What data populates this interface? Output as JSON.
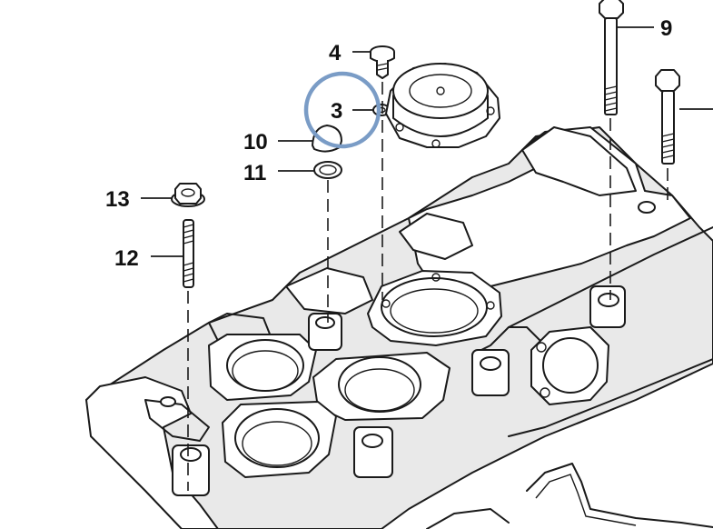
{
  "callouts": [
    {
      "id": "4",
      "label": "4"
    },
    {
      "id": "3",
      "label": "3"
    },
    {
      "id": "10",
      "label": "10"
    },
    {
      "id": "11",
      "label": "11"
    },
    {
      "id": "13",
      "label": "13"
    },
    {
      "id": "12",
      "label": "12"
    },
    {
      "id": "9",
      "label": "9"
    }
  ],
  "highlight": {
    "target": "3",
    "color": "#7a9cc6"
  },
  "colors": {
    "line": "#1a1a1a",
    "background": "#ffffff",
    "fill": "#e9e9e9"
  }
}
